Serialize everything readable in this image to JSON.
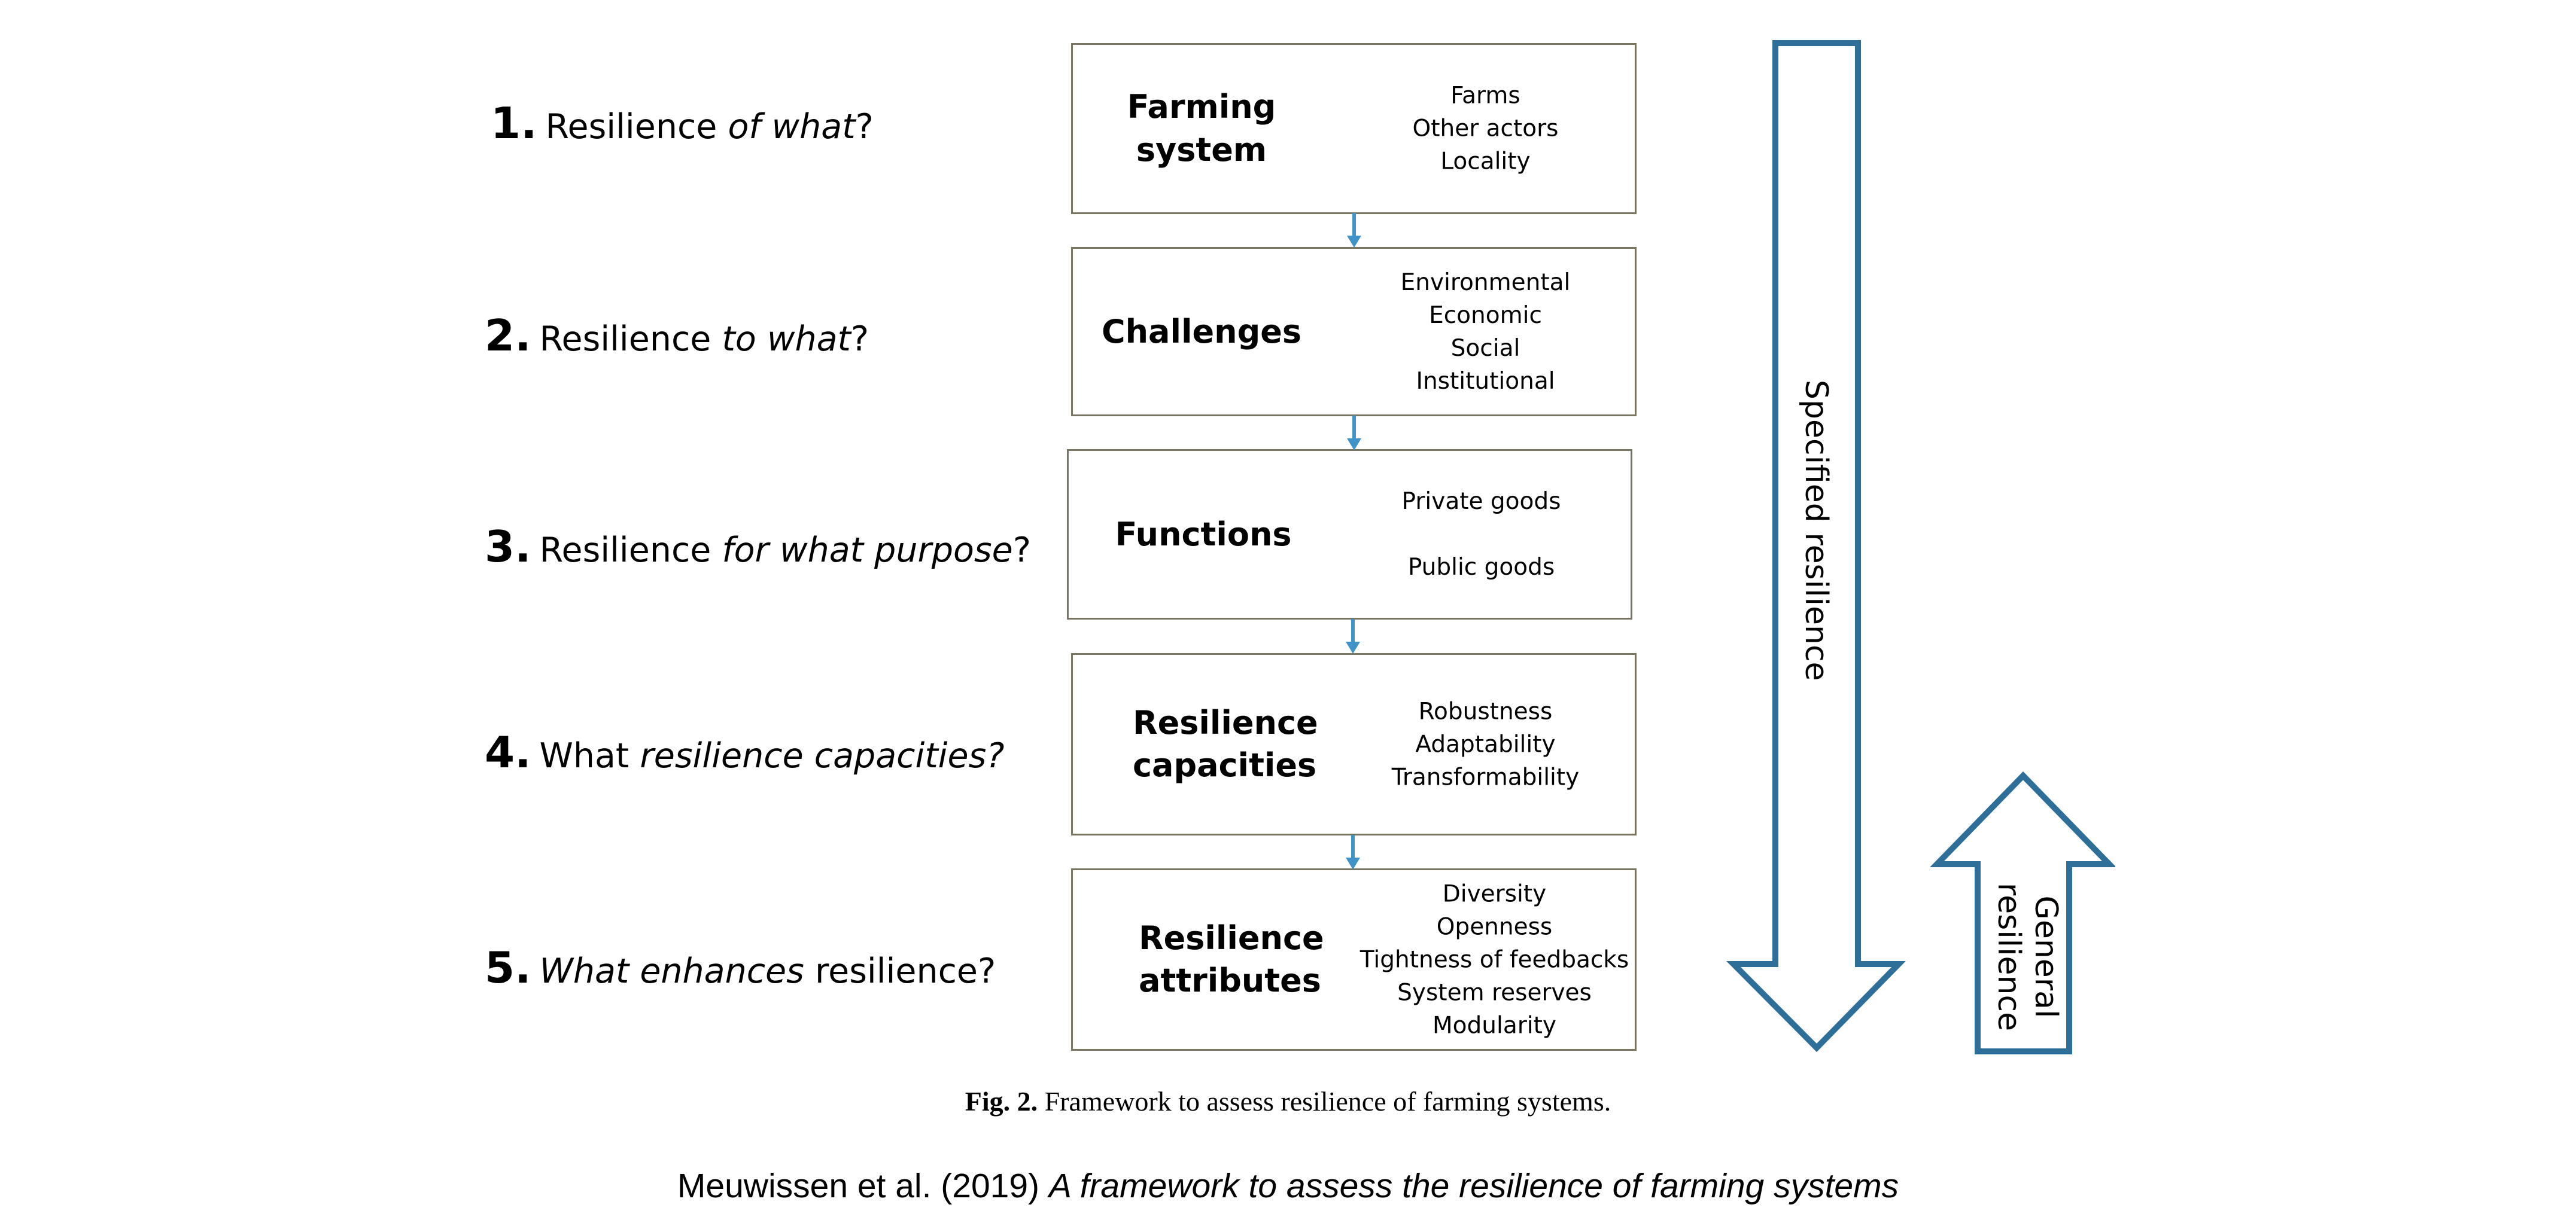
{
  "questions": [
    {
      "num": "1.",
      "pre": "Resilience ",
      "em": "of what",
      "post": "?"
    },
    {
      "num": "2.",
      "pre": "Resilience ",
      "em": "to what",
      "post": "?"
    },
    {
      "num": "3.",
      "pre": "Resilience ",
      "em": "for what purpose",
      "post": "?"
    },
    {
      "num": "4.",
      "pre": "What ",
      "em": "resilience capacities?",
      "post": ""
    },
    {
      "num": "5.",
      "pre": "",
      "em": "What enhances",
      "post": " resilience?"
    }
  ],
  "boxes": [
    {
      "name": "Farming system",
      "items": [
        "Farms",
        "Other actors",
        "Locality"
      ]
    },
    {
      "name": "Challenges",
      "items": [
        "Environmental",
        "Economic",
        "Social",
        "Institutional"
      ]
    },
    {
      "name": "Functions",
      "items": [
        "Private goods",
        "Public goods"
      ]
    },
    {
      "name": "Resilience capacities",
      "items": [
        "Robustness",
        "Adaptability",
        "Transformability"
      ]
    },
    {
      "name": "Resilience attributes",
      "items": [
        "Diversity",
        "Openness",
        "Tightness of feedbacks",
        "System reserves",
        "Modularity"
      ]
    }
  ],
  "arrows": {
    "specified": "Specified resilience",
    "general_line1": "General",
    "general_line2": "resilience",
    "color": "#2e6f99",
    "flow_color": "#3f93c8"
  },
  "caption": {
    "label": "Fig. 2.",
    "text": " Framework to assess resilience of farming systems."
  },
  "credit": {
    "plain": "Meuwissen et al. (2019) ",
    "italic": "A framework to assess the resilience of farming systems"
  }
}
